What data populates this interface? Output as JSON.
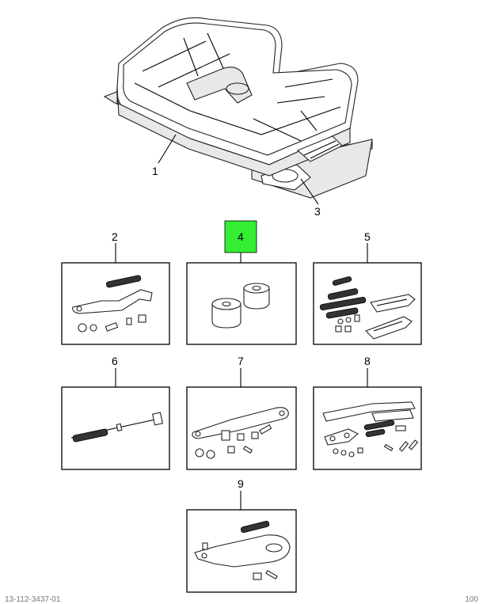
{
  "callouts": [
    "1",
    "2",
    "3",
    "4",
    "5",
    "6",
    "7",
    "8",
    "9"
  ],
  "highlight": {
    "callout": "4",
    "color": "#33ee33"
  },
  "footer": {
    "left": "13-112-3437-01",
    "right": "100"
  }
}
